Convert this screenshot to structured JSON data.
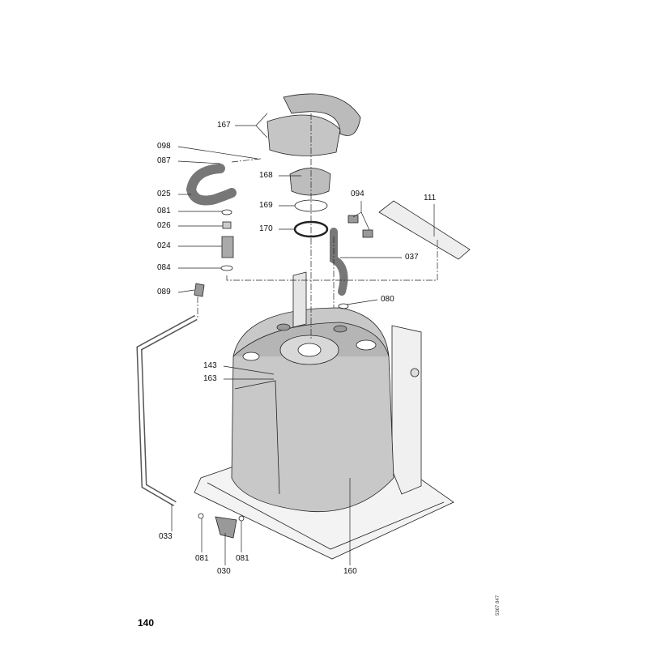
{
  "diagram": {
    "labels": {
      "p167": "167",
      "p098": "098",
      "p087": "087",
      "p168": "168",
      "p025": "025",
      "p169": "169",
      "p094": "094",
      "p111": "111",
      "p081a": "081",
      "p026": "026",
      "p170": "170",
      "p024": "024",
      "p037": "037",
      "p084": "084",
      "p089": "089",
      "p080": "080",
      "p143": "143",
      "p163": "163",
      "p033": "033",
      "p081b": "081",
      "p030": "030",
      "p081c": "081",
      "p160": "160"
    },
    "page_number": "140",
    "document_number": "5367 847"
  }
}
